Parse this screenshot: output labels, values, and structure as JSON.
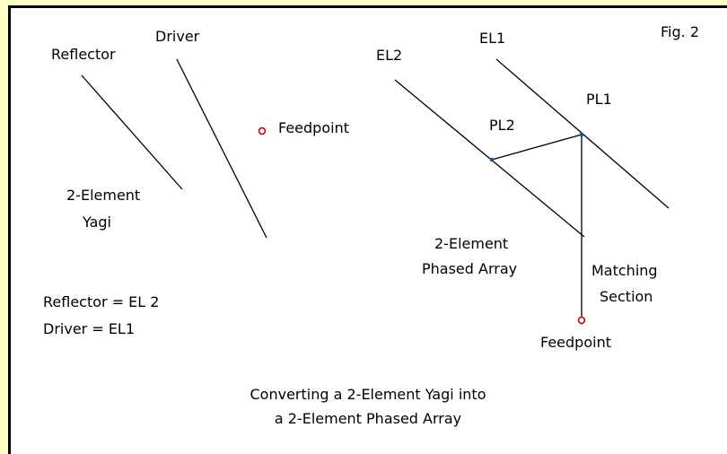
{
  "figure_label": "Fig. 2",
  "yagi": {
    "reflector_label": "Reflector",
    "driver_label": "Driver",
    "feedpoint_label": "Feedpoint",
    "title_line1": "2-Element",
    "title_line2": "Yagi",
    "mapping_line1": "Reflector = EL 2",
    "mapping_line2": "Driver = EL1"
  },
  "phased": {
    "el2_label": "EL2",
    "el1_label": "EL1",
    "pl1_label": "PL1",
    "pl2_label": "PL2",
    "title_line1": "2-Element",
    "title_line2": "Phased Array",
    "matching_line1": "Matching",
    "matching_line2": "Section",
    "feedpoint_label": "Feedpoint"
  },
  "caption": {
    "line1": "Converting a 2-Element Yagi into",
    "line2": "a 2-Element Phased Array"
  },
  "colors": {
    "page_background": "#ffffc6",
    "diagram_background": "#ffffff",
    "line": "#000000",
    "feedpoint_marker": "#cc0000",
    "junction_marker": "#1a4fa0"
  }
}
